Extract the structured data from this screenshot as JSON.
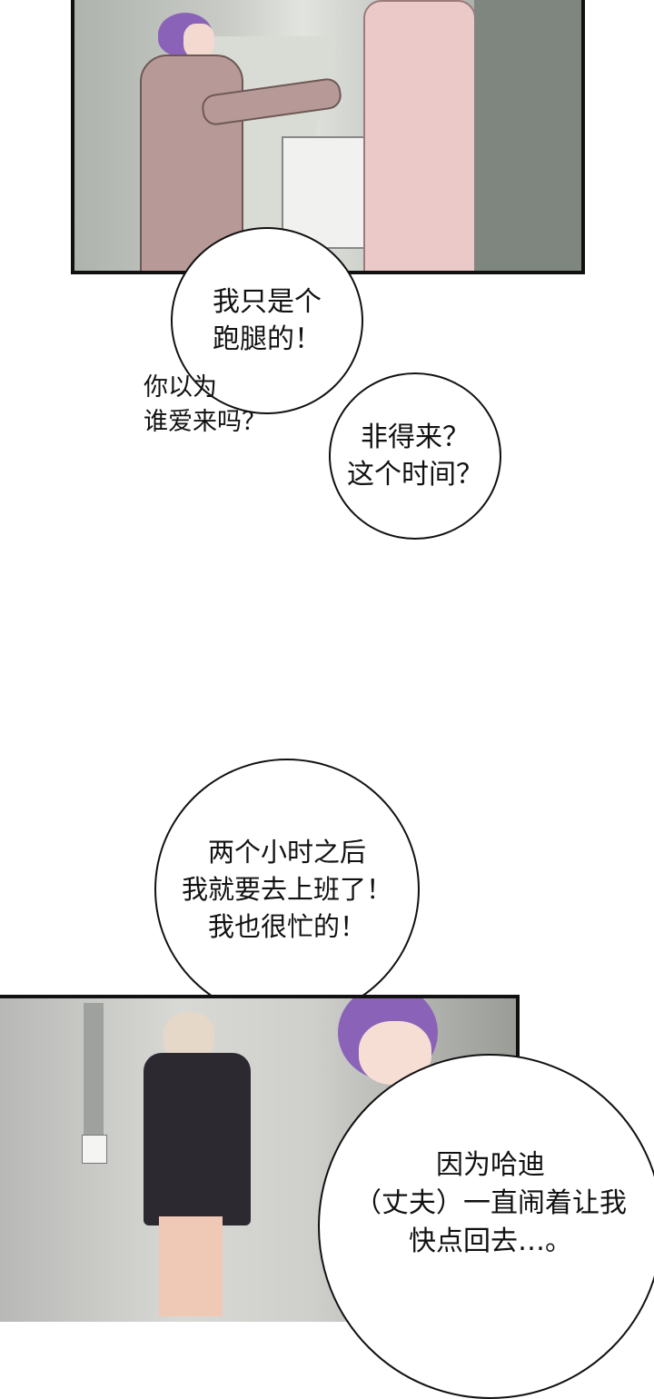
{
  "panels": [
    {
      "name": "hallway-delivery-panel"
    },
    {
      "name": "bedroom-door-panel"
    }
  ],
  "dialogue": {
    "bubble1": "我只是个\n跑腿的！",
    "aside1": "你以为\n谁爱来吗？",
    "bubble2": "非得来？\n这个时间？",
    "bubble3": "两个小时之后\n我就要去上班了！\n我也很忙的！",
    "bubble4": "因为哈迪\n（丈夫）一直闹着让我\n快点回去…。"
  },
  "colors": {
    "hair": "#8a63b8",
    "coat": "#b79a97",
    "robe": "#ecc9c9",
    "jacket": "#2c2a30"
  }
}
